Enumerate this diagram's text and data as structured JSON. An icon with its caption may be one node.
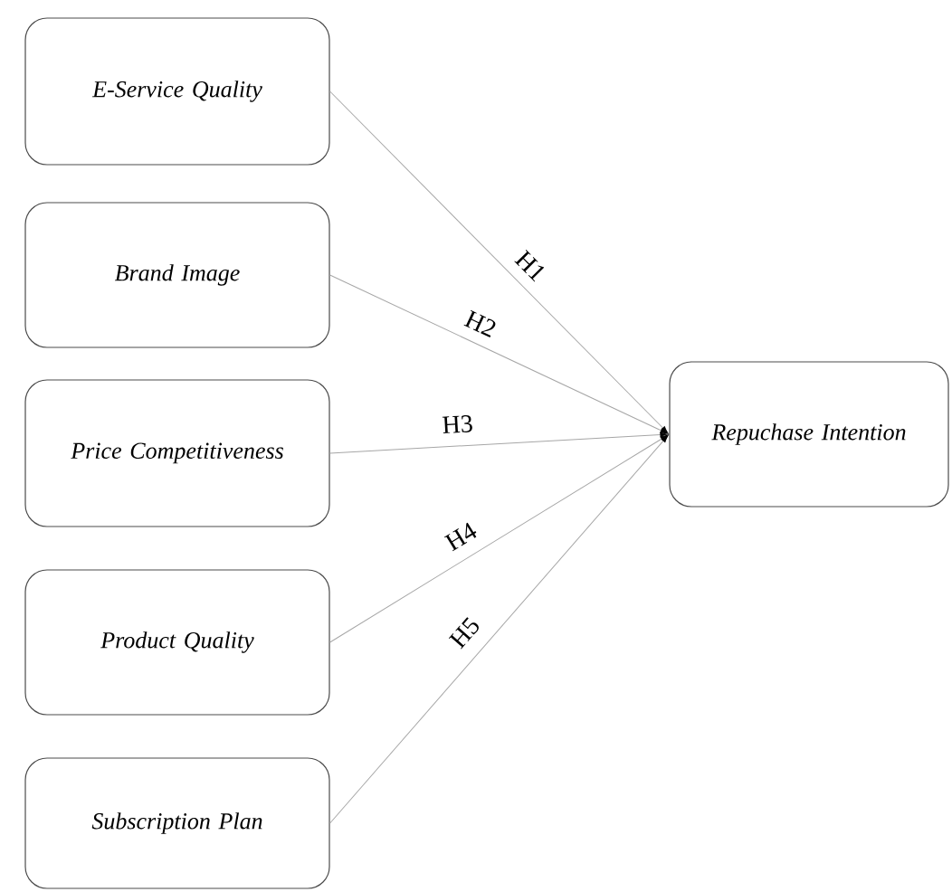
{
  "diagram": {
    "nodes": [
      {
        "text": [
          "E-Service Quality"
        ]
      },
      {
        "text": [
          "Brand Image"
        ]
      },
      {
        "text": [
          "Price Competitiveness"
        ]
      },
      {
        "text": [
          "Product Quality"
        ]
      },
      {
        "text": [
          "Subscription Plan"
        ]
      },
      {
        "text": [
          "Repuchase Intention"
        ]
      }
    ],
    "edges": [
      {
        "from": 0,
        "to": 5,
        "arrow": "to",
        "label": "H1"
      },
      {
        "from": 1,
        "to": 5,
        "arrow": "to",
        "label": "H2"
      },
      {
        "from": 2,
        "to": 5,
        "arrow": "to",
        "label": "H3"
      },
      {
        "from": 3,
        "to": 5,
        "arrow": "to",
        "label": "H4"
      },
      {
        "from": 4,
        "to": 5,
        "arrow": "to",
        "label": "H5"
      }
    ]
  }
}
